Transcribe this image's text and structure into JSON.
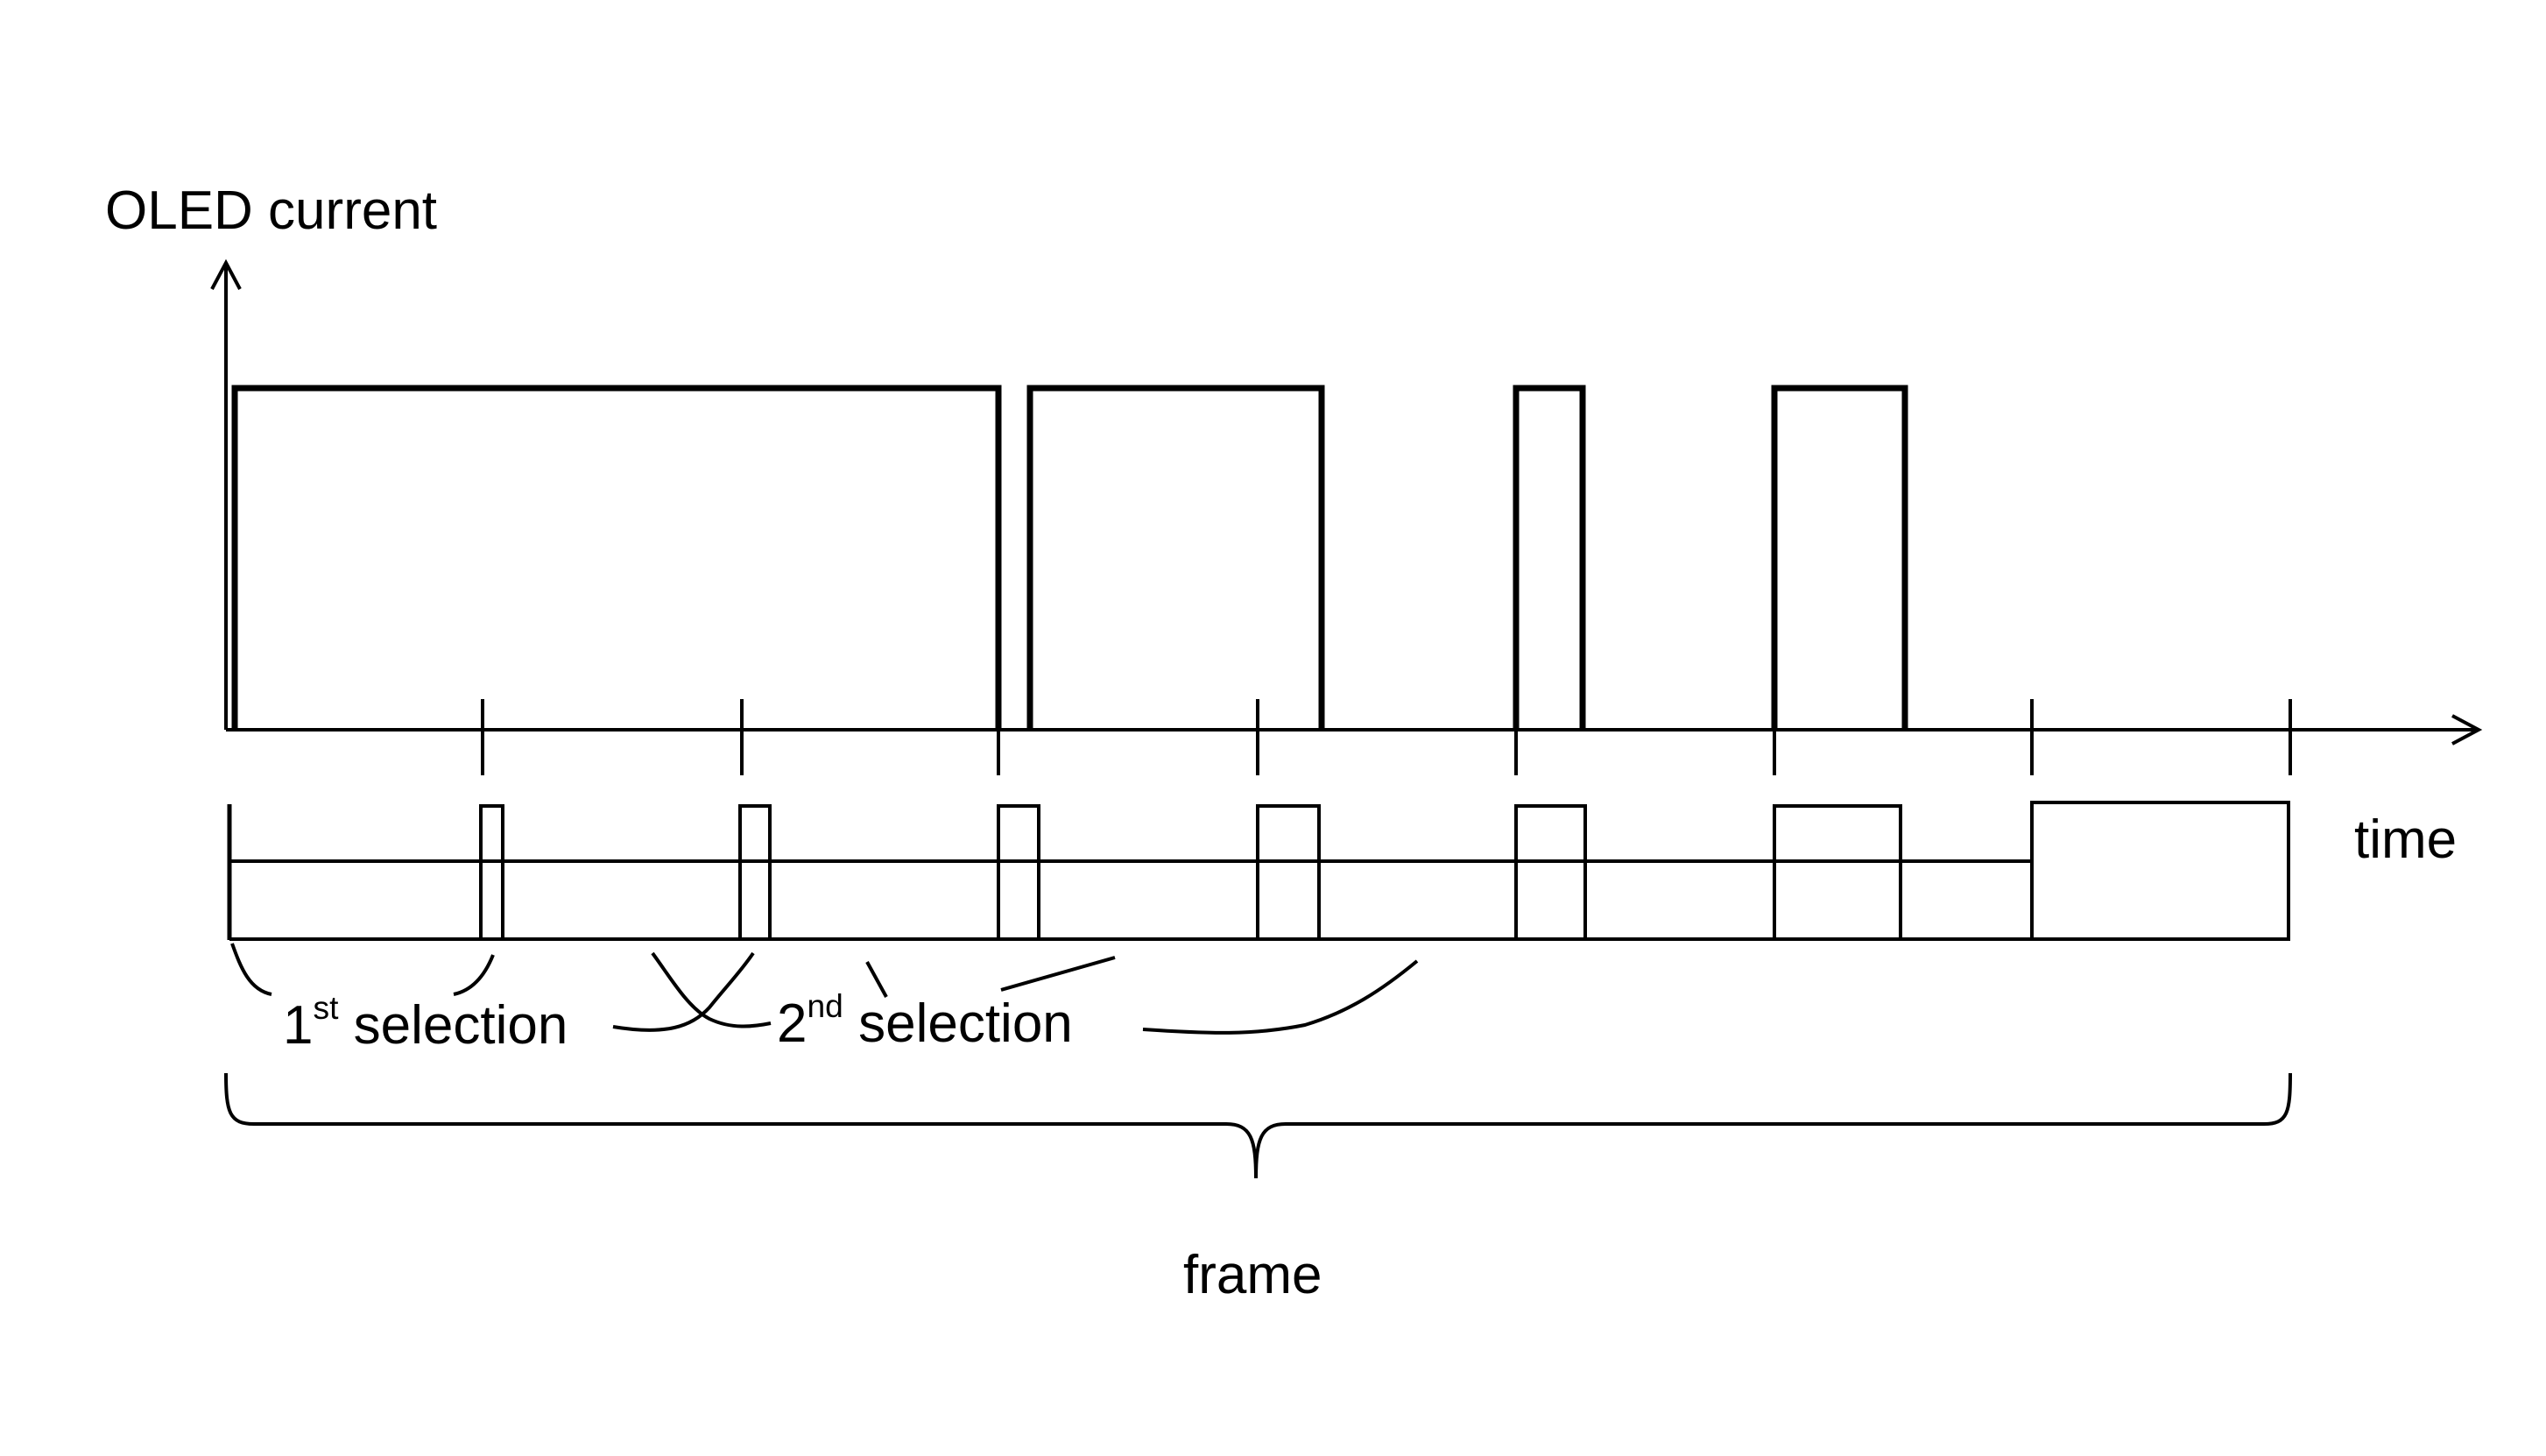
{
  "labels": {
    "y_axis": "OLED current",
    "x_axis": "time",
    "first_selection_num": "1",
    "first_selection_sup": "st",
    "first_selection_text": " selection",
    "second_selection_num": "2",
    "second_selection_sup": "nd",
    "second_selection_text": " selection",
    "frame": "frame"
  }
}
